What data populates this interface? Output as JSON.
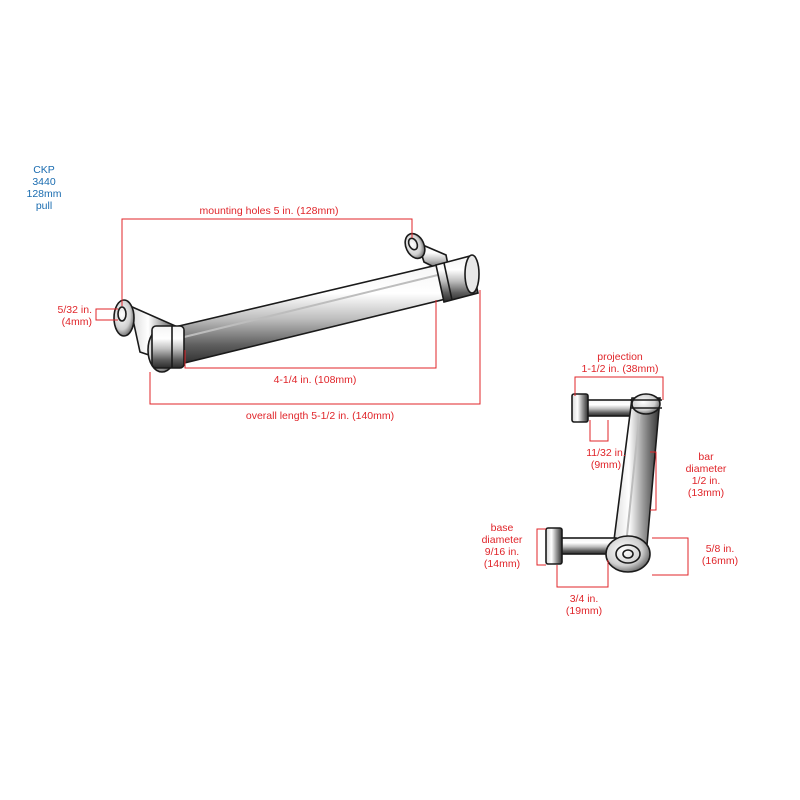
{
  "product": {
    "brand": "CKP",
    "model": "3440",
    "size": "128mm",
    "type": "pull"
  },
  "dimensions": {
    "mounting_holes": "mounting holes 5 in. (128mm)",
    "hole_size_in": "5/32 in.",
    "hole_size_mm": "(4mm)",
    "inner_length": "4-1/4 in. (108mm)",
    "overall_length": "overall length 5-1/2 in. (140mm)",
    "projection_title": "projection",
    "projection_value": "1-1/2 in. (38mm)",
    "post_gap_in": "11/32 in.",
    "post_gap_mm": "(9mm)",
    "bar_diameter_l1": "bar",
    "bar_diameter_l2": "diameter",
    "bar_diameter_in": "1/2 in.",
    "bar_diameter_mm": "(13mm)",
    "base_diameter_l1": "base",
    "base_diameter_l2": "diameter",
    "base_diameter_in": "9/16 in.",
    "base_diameter_mm": "(14mm)",
    "end_diameter_in": "5/8 in.",
    "end_diameter_mm": "(16mm)",
    "post_length_in": "3/4 in.",
    "post_length_mm": "(19mm)"
  },
  "colors": {
    "dimension": "#e0252a",
    "product_label": "#1a6cb0",
    "outline": "#1a1a1a"
  }
}
